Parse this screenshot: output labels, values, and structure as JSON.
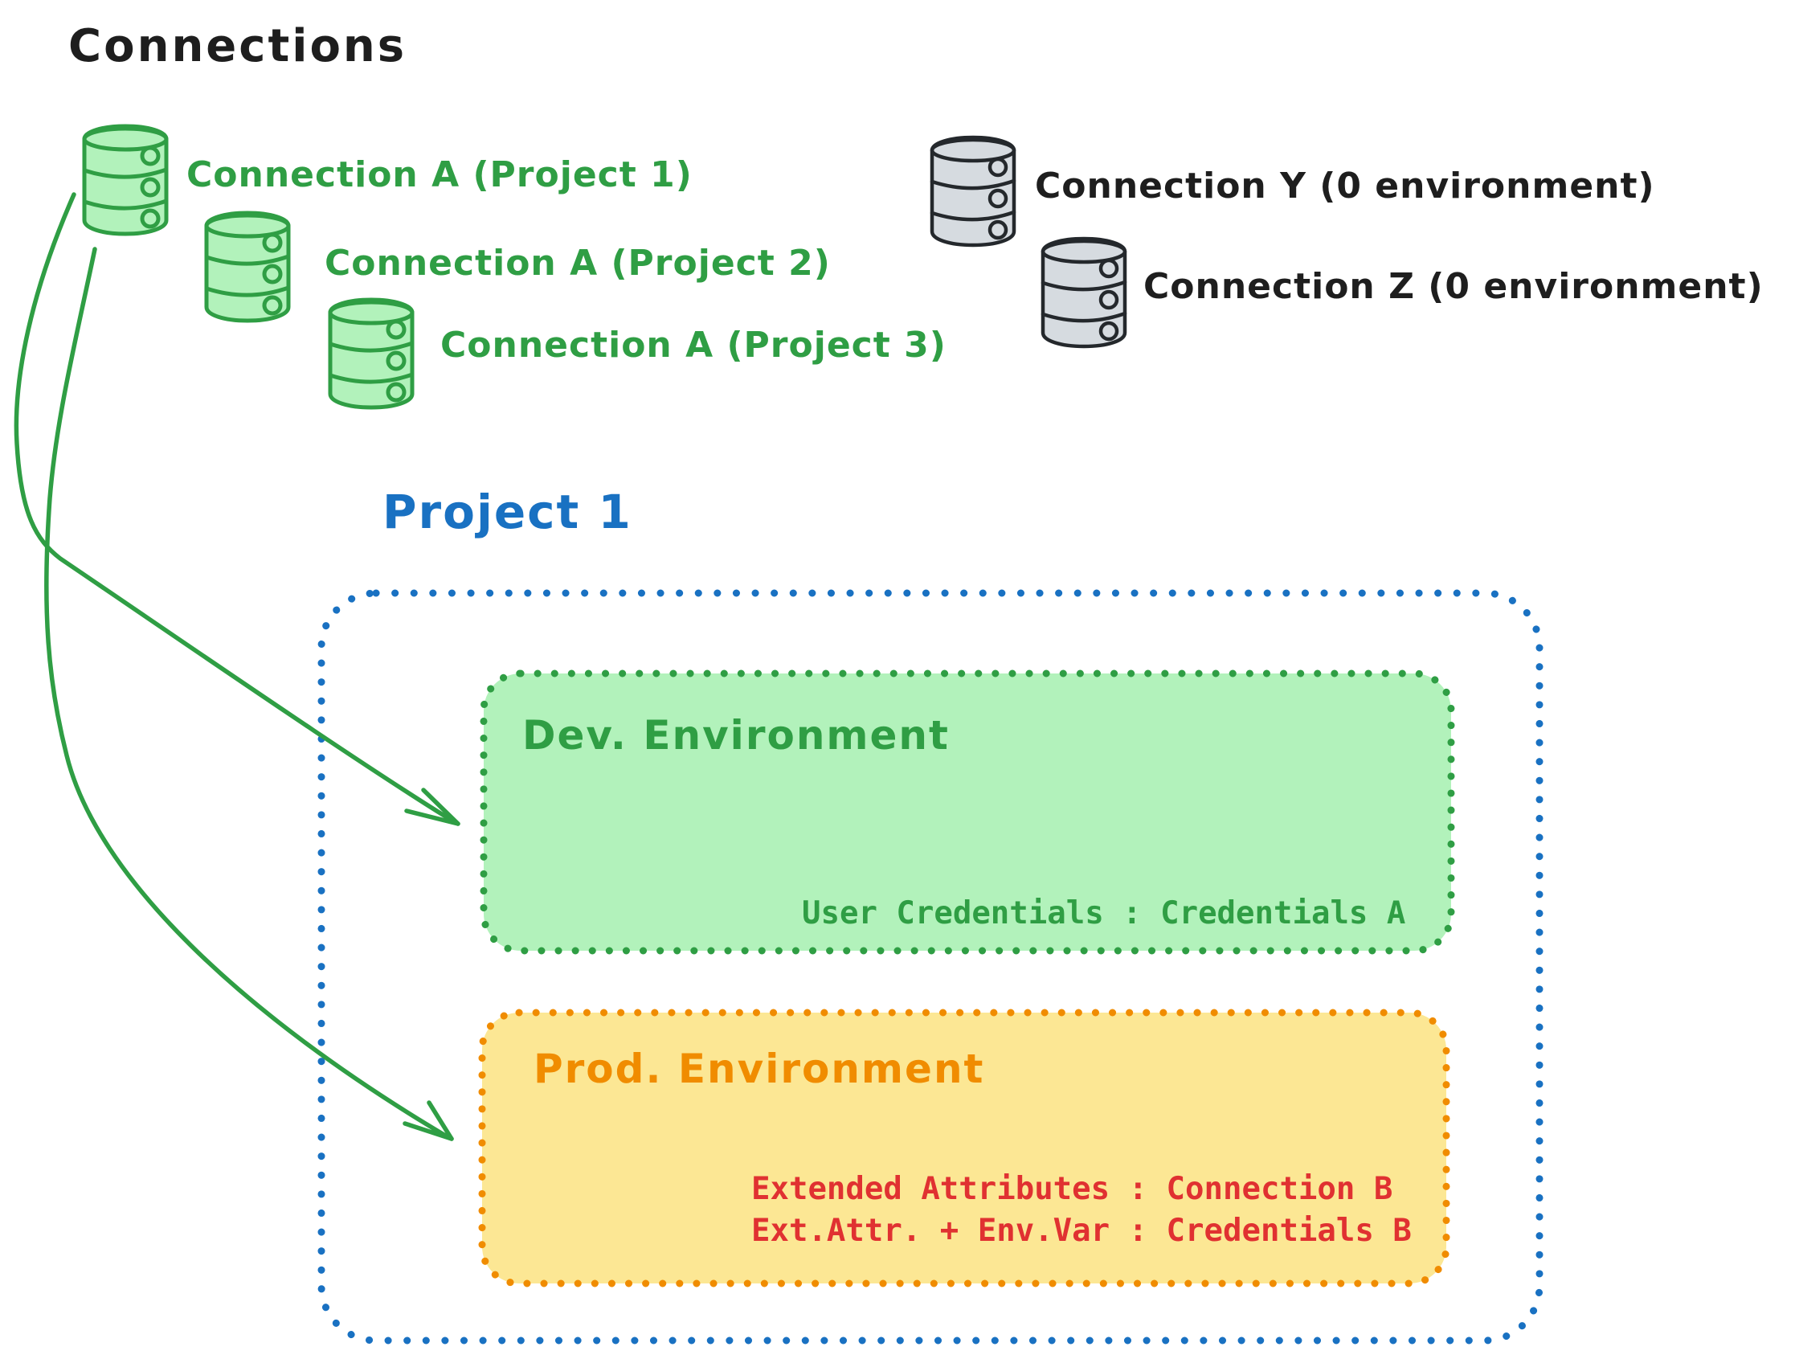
{
  "diagram": {
    "title": "Connections",
    "green_connections": [
      {
        "icon": "database-icon",
        "label": "Connection A (Project 1)"
      },
      {
        "icon": "database-icon",
        "label": "Connection A (Project 2)"
      },
      {
        "icon": "database-icon",
        "label": "Connection A (Project 3)"
      }
    ],
    "unassigned_connections": [
      {
        "icon": "database-icon",
        "label": "Connection Y (0 environment)"
      },
      {
        "icon": "database-icon",
        "label": "Connection Z (0 environment)"
      }
    ],
    "project": {
      "title": "Project 1",
      "dev_environment": {
        "title": "Dev. Environment",
        "mapping": "User Credentials : Credentials A"
      },
      "prod_environment": {
        "title": "Prod. Environment",
        "mappings": [
          "Extended Attributes : Connection B",
          "Ext.Attr. + Env.Var : Credentials B"
        ]
      }
    },
    "colors": {
      "ink": "#1e1e1e",
      "green_stroke": "#2f9e44",
      "green_fill": "#b2f2bb",
      "gray_stroke": "#24282c",
      "gray_fill": "#d6dbe0",
      "blue": "#1971c2",
      "orange": "#f08c00",
      "yellow_fill": "#fce794",
      "red": "#e03131"
    }
  }
}
